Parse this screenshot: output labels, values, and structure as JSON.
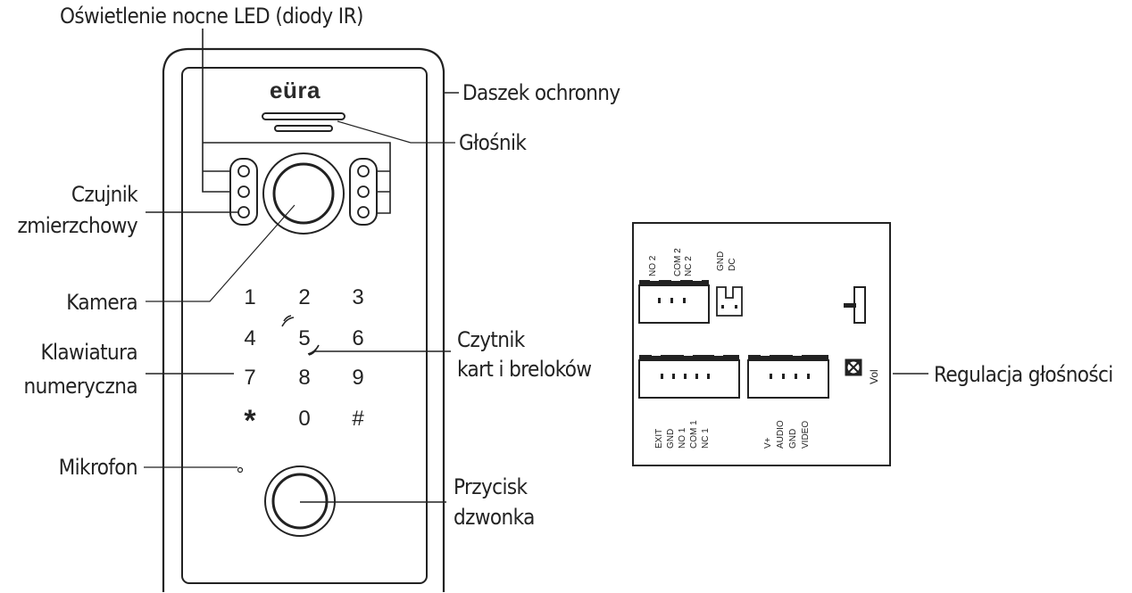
{
  "labels": {
    "night_led": "Oświetlenie nocne LED (diody IR)",
    "roof": "Daszek ochronny",
    "speaker": "Głośnik",
    "twilight_sensor_1": "Czujnik",
    "twilight_sensor_2": "zmierzchowy",
    "camera": "Kamera",
    "keypad_1": "Klawiatura",
    "keypad_2": "numeryczna",
    "card_reader_1": "Czytnik",
    "card_reader_2": "kart i breloków",
    "microphone": "Mikrofon",
    "bell_1": "Przycisk",
    "bell_2": "dzwonka",
    "volume_adj": "Regulacja głośności"
  },
  "device": {
    "logo": "eüra",
    "keys": [
      "1",
      "2",
      "3",
      "4",
      "5",
      "6",
      "7",
      "8",
      "9",
      "*",
      "0",
      "#"
    ]
  },
  "connector_board": {
    "top_pins": [
      "NO 2",
      "COM 2",
      "NC 2",
      "GND",
      "DC"
    ],
    "bottom_left_pins": [
      "EXIT",
      "GND",
      "NO 1",
      "COM 1",
      "NC 1"
    ],
    "bottom_right_pins": [
      "V+",
      "AUDIO",
      "GND",
      "VIDEO"
    ],
    "vol_label": "Vol"
  }
}
